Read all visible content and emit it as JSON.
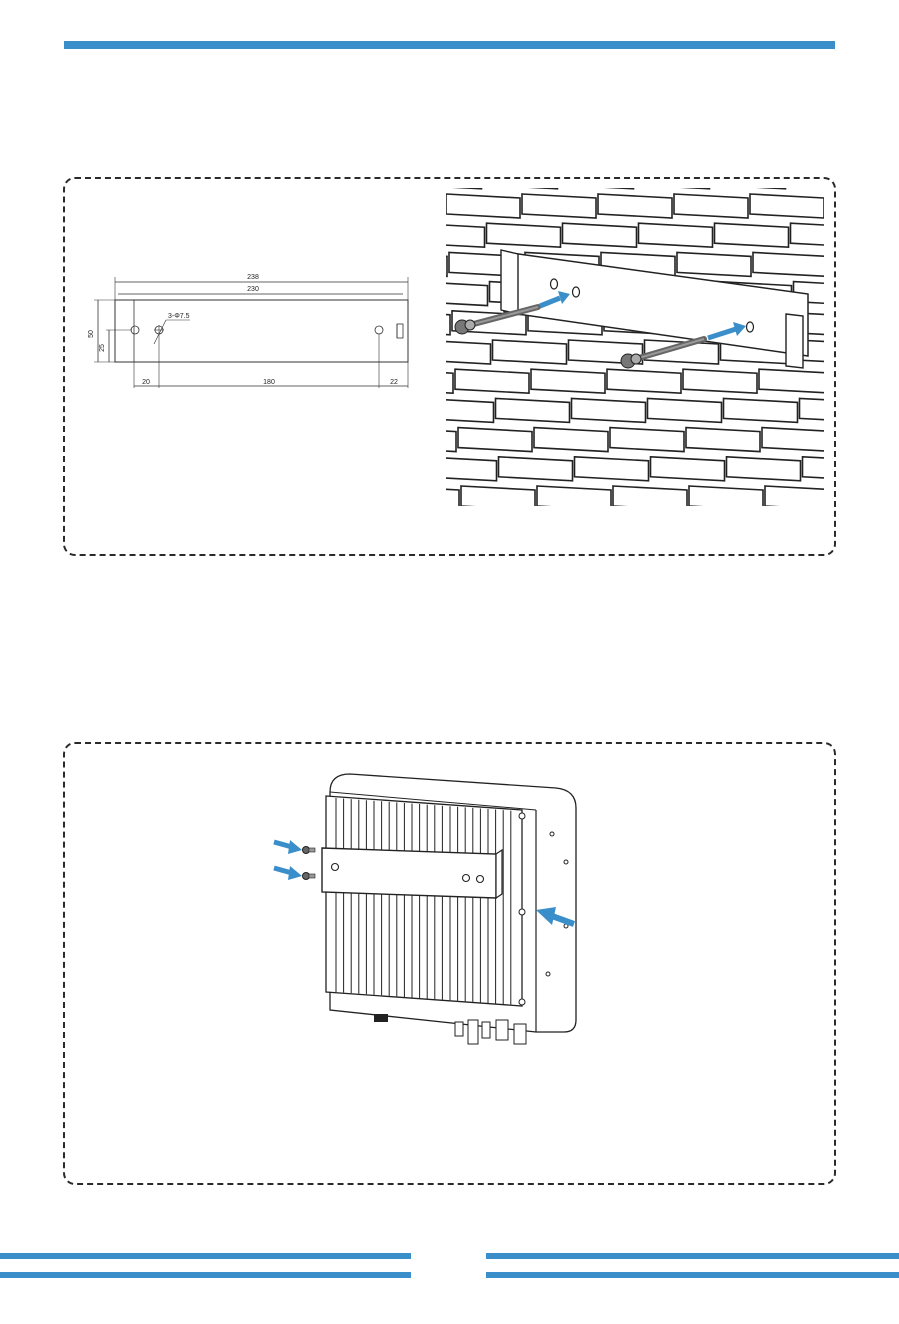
{
  "figure1": {
    "drawing": {
      "dim_overall": "238",
      "dim_inner": "230",
      "dim_height": "50",
      "dim_half_height": "25",
      "hole_spec": "3-Φ7.5",
      "dim_left": "20",
      "dim_middle": "180",
      "dim_right": "22"
    }
  },
  "colors": {
    "accent": "#3a8ec9",
    "outline": "#2a2a2a"
  }
}
